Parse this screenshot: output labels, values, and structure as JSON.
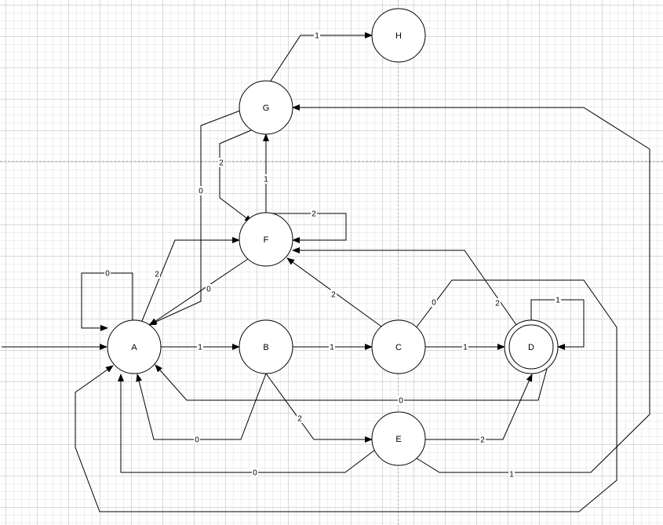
{
  "diagram": {
    "states": [
      {
        "id": "A",
        "label": "A",
        "accepting": false
      },
      {
        "id": "B",
        "label": "B",
        "accepting": false
      },
      {
        "id": "C",
        "label": "C",
        "accepting": false
      },
      {
        "id": "D",
        "label": "D",
        "accepting": true
      },
      {
        "id": "E",
        "label": "E",
        "accepting": false
      },
      {
        "id": "F",
        "label": "F",
        "accepting": false
      },
      {
        "id": "G",
        "label": "G",
        "accepting": false
      },
      {
        "id": "H",
        "label": "H",
        "accepting": false
      }
    ],
    "start_state": "A",
    "transitions": [
      {
        "id": "a-a",
        "from": "A",
        "to": "A",
        "label": "0"
      },
      {
        "id": "a-b",
        "from": "A",
        "to": "B",
        "label": "1"
      },
      {
        "id": "a-f",
        "from": "A",
        "to": "F",
        "label": "2"
      },
      {
        "id": "b-c",
        "from": "B",
        "to": "C",
        "label": "1"
      },
      {
        "id": "b-a",
        "from": "B",
        "to": "A",
        "label": "0"
      },
      {
        "id": "b-e",
        "from": "B",
        "to": "E",
        "label": "2"
      },
      {
        "id": "c-d",
        "from": "C",
        "to": "D",
        "label": "1"
      },
      {
        "id": "c-f",
        "from": "C",
        "to": "F",
        "label": "2"
      },
      {
        "id": "c-a",
        "from": "C",
        "to": "A",
        "label": "0"
      },
      {
        "id": "d-d",
        "from": "D",
        "to": "D",
        "label": "1"
      },
      {
        "id": "d-f",
        "from": "D",
        "to": "F",
        "label": "2"
      },
      {
        "id": "d-a",
        "from": "D",
        "to": "A",
        "label": "0"
      },
      {
        "id": "e-d",
        "from": "E",
        "to": "D",
        "label": "2"
      },
      {
        "id": "e-a",
        "from": "E",
        "to": "A",
        "label": "0"
      },
      {
        "id": "e-g",
        "from": "E",
        "to": "G",
        "label": "1"
      },
      {
        "id": "f-f",
        "from": "F",
        "to": "F",
        "label": "2"
      },
      {
        "id": "f-g",
        "from": "F",
        "to": "G",
        "label": "1"
      },
      {
        "id": "f-a",
        "from": "F",
        "to": "A",
        "label": "0"
      },
      {
        "id": "g-f",
        "from": "G",
        "to": "F",
        "label": "2"
      },
      {
        "id": "g-a",
        "from": "G",
        "to": "A",
        "label": "0"
      },
      {
        "id": "g-h",
        "from": "G",
        "to": "H",
        "label": "1"
      }
    ]
  }
}
